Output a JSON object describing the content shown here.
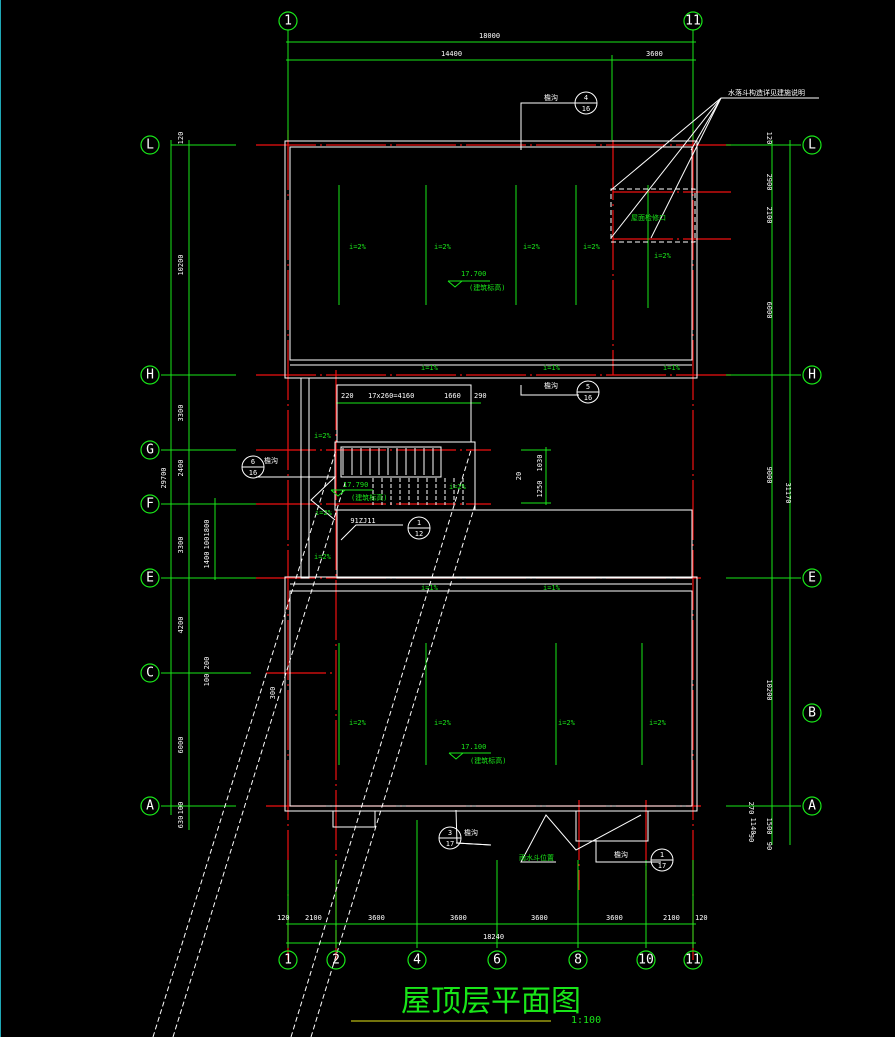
{
  "title": "屋顶层平面图",
  "scale": "1:100",
  "axes": {
    "top": [
      "1",
      "11"
    ],
    "bottom": [
      "1",
      "2",
      "4",
      "6",
      "8",
      "10",
      "11"
    ],
    "left": [
      "L",
      "H",
      "G",
      "F",
      "E",
      "C",
      "A"
    ],
    "right": [
      "L",
      "H",
      "E",
      "B",
      "A"
    ]
  },
  "dims": {
    "top": [
      "18000",
      "14400",
      "3600"
    ],
    "bottom": [
      "120",
      "2100",
      "3600",
      "3600",
      "3600",
      "3600",
      "2100",
      "120",
      "18240"
    ],
    "left": [
      "120",
      "10200",
      "3300",
      "2400",
      "3300",
      "4200",
      "6000",
      "100",
      "630",
      "29700",
      "1800",
      "100",
      "1400",
      "200",
      "100",
      "300"
    ],
    "right": [
      "120",
      "2900",
      "2100",
      "6000",
      "9000",
      "31170",
      "10200",
      "270",
      "1140",
      "1500",
      "90",
      "90"
    ],
    "stair": [
      "220",
      "17x260=4160",
      "1660",
      "290",
      "1030",
      "20",
      "1250"
    ]
  },
  "slopes": {
    "top": [
      "i=2%",
      "i=2%",
      "i=2%",
      "i=2%",
      "i=2%"
    ],
    "gutter": [
      "i=1%",
      "i=1%",
      "i=1%"
    ],
    "stair": [
      "i=2%",
      "i=2%",
      "i=2%",
      "i=2%"
    ],
    "gutter2": [
      "i=1%",
      "i=1%"
    ],
    "bottom": [
      "i=2%",
      "i=2%",
      "i=2%",
      "i=2%"
    ]
  },
  "elevations": [
    {
      "value": "17.700",
      "note": "(建筑标高)"
    },
    {
      "value": "17.790",
      "note": "(建筑标高)"
    },
    {
      "value": "17.100",
      "note": "(建筑标高)"
    }
  ],
  "callouts": [
    {
      "num": "4",
      "sheet": "16",
      "label": "檐沟"
    },
    {
      "num": "5",
      "sheet": "16",
      "label": "檐沟"
    },
    {
      "num": "6",
      "sheet": "16",
      "label": "檐沟"
    },
    {
      "num": "1",
      "sheet": "12",
      "label": "91ZJ11"
    },
    {
      "num": "3",
      "sheet": "17",
      "label": "檐沟"
    },
    {
      "num": "1",
      "sheet": "17",
      "label": "檐沟"
    }
  ],
  "notes": {
    "top_right": "水落斗构造详见建施说明",
    "hatch": "屋面检修口",
    "downpipe": "雨水斗位置"
  },
  "colors": {
    "grid": "#f01010",
    "dimension": "#19e619",
    "outline": "#ffffff",
    "title_underline": "#e6e619"
  }
}
